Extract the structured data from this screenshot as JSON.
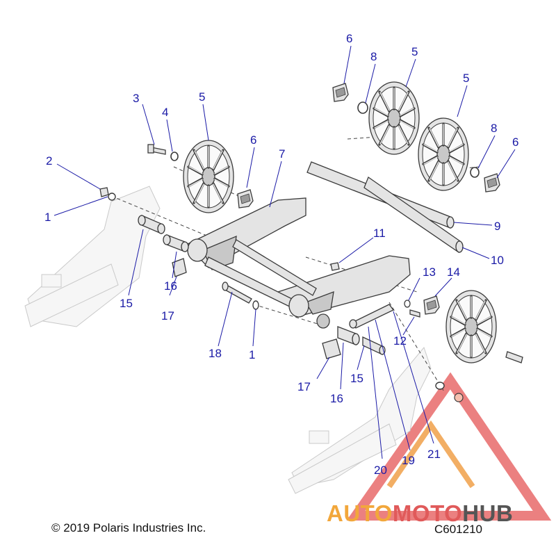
{
  "footer": {
    "copyright": "© 2019 Polaris Industries Inc.",
    "diagram_code": "C601210"
  },
  "watermark": {
    "part1": "AUTO",
    "part2": "MOTO",
    "part3": "HUB",
    "color_part1": "#f2a73b",
    "color_part2": "#e05a5a",
    "color_part3": "#555555"
  },
  "callouts": [
    {
      "id": "c6a",
      "label": "6"
    },
    {
      "id": "c8a",
      "label": "8"
    },
    {
      "id": "c5a",
      "label": "5"
    },
    {
      "id": "c5b",
      "label": "5"
    },
    {
      "id": "c3",
      "label": "3"
    },
    {
      "id": "c4",
      "label": "4"
    },
    {
      "id": "c5c",
      "label": "5"
    },
    {
      "id": "c8b",
      "label": "8"
    },
    {
      "id": "c6b",
      "label": "6"
    },
    {
      "id": "c2",
      "label": "2"
    },
    {
      "id": "c6c",
      "label": "6"
    },
    {
      "id": "c7",
      "label": "7"
    },
    {
      "id": "c1a",
      "label": "1"
    },
    {
      "id": "c9",
      "label": "9"
    },
    {
      "id": "c11",
      "label": "11"
    },
    {
      "id": "c10",
      "label": "10"
    },
    {
      "id": "c13",
      "label": "13"
    },
    {
      "id": "c14",
      "label": "14"
    },
    {
      "id": "c16a",
      "label": "16"
    },
    {
      "id": "c15a",
      "label": "15"
    },
    {
      "id": "c17a",
      "label": "17"
    },
    {
      "id": "c12",
      "label": "12"
    },
    {
      "id": "c18",
      "label": "18"
    },
    {
      "id": "c1b",
      "label": "1"
    },
    {
      "id": "c15b",
      "label": "15"
    },
    {
      "id": "c17b",
      "label": "17"
    },
    {
      "id": "c16b",
      "label": "16"
    },
    {
      "id": "c21",
      "label": "21"
    },
    {
      "id": "c19",
      "label": "19"
    },
    {
      "id": "c20",
      "label": "20"
    }
  ]
}
